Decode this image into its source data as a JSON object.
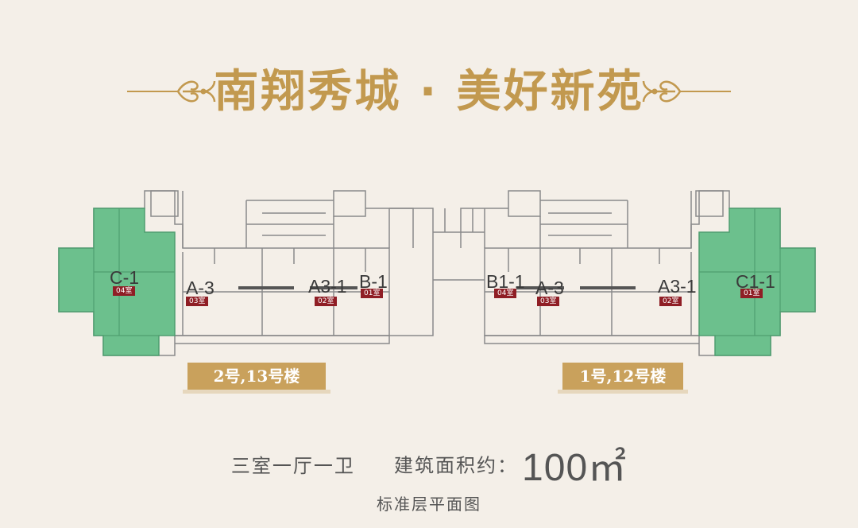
{
  "header": {
    "title": "南翔秀城 · 美好新苑"
  },
  "units": {
    "left": [
      {
        "name": "C-1",
        "room": "04室"
      },
      {
        "name": "A-3",
        "room": "03室"
      },
      {
        "name": "A3-1",
        "room": "02室"
      },
      {
        "name": "B-1",
        "room": "01室"
      }
    ],
    "right": [
      {
        "name": "B1-1",
        "room": "04室"
      },
      {
        "name": "A-3",
        "room": "03室"
      },
      {
        "name": "A3-1",
        "room": "02室"
      },
      {
        "name": "C1-1",
        "room": "01室"
      }
    ]
  },
  "buildings": {
    "left": "2号,13号楼",
    "right": "1号,12号楼"
  },
  "specs": {
    "layout": "三室一厅一卫",
    "area_label": "建筑面积约：",
    "area_value": "100㎡"
  },
  "caption": "标准层平面图",
  "colors": {
    "gold": "#c2994f",
    "banner": "#c9a15c",
    "highlight": "#6cc08d",
    "badge": "#8f1e25",
    "background": "#f4efe8"
  }
}
